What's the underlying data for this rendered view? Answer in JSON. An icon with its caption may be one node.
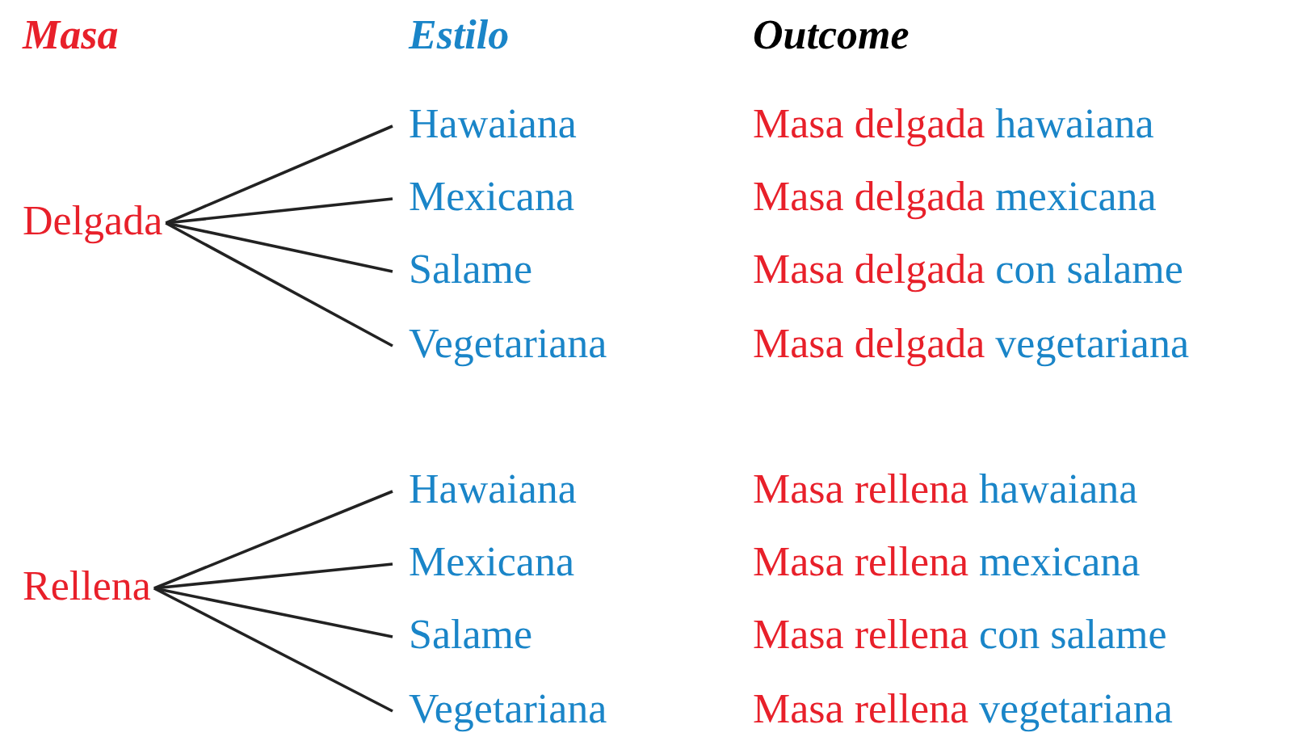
{
  "diagram": {
    "nodes": [
      {
        "text": [
          "Delgada"
        ]
      },
      {
        "text": [
          "Hawaiana"
        ]
      },
      {
        "text": [
          "Mexicana"
        ]
      },
      {
        "text": [
          "Salame"
        ]
      },
      {
        "text": [
          "Vegetariana"
        ]
      },
      {
        "text": [
          "Rellena"
        ]
      },
      {
        "text": [
          "Hawaiana"
        ]
      },
      {
        "text": [
          "Mexicana"
        ]
      },
      {
        "text": [
          "Salame"
        ]
      },
      {
        "text": [
          "Vegetariana"
        ]
      }
    ],
    "edges": [
      {
        "from": 0,
        "to": 1,
        "arrow": "none"
      },
      {
        "from": 0,
        "to": 2,
        "arrow": "none"
      },
      {
        "from": 0,
        "to": 3,
        "arrow": "none"
      },
      {
        "from": 0,
        "to": 4,
        "arrow": "none"
      },
      {
        "from": 5,
        "to": 6,
        "arrow": "none"
      },
      {
        "from": 5,
        "to": 7,
        "arrow": "none"
      },
      {
        "from": 5,
        "to": 8,
        "arrow": "none"
      },
      {
        "from": 5,
        "to": 9,
        "arrow": "none"
      }
    ],
    "labels": [
      "Masa",
      "Estilo",
      "Outcome",
      "Masa delgada hawaiana",
      "Masa delgada mexicana",
      "Masa delgada con salame",
      "Masa delgada vegetariana",
      "Masa rellena hawaiana",
      "Masa rellena mexicana",
      "Masa rellena con salame",
      "Masa rellena vegetariana"
    ]
  }
}
